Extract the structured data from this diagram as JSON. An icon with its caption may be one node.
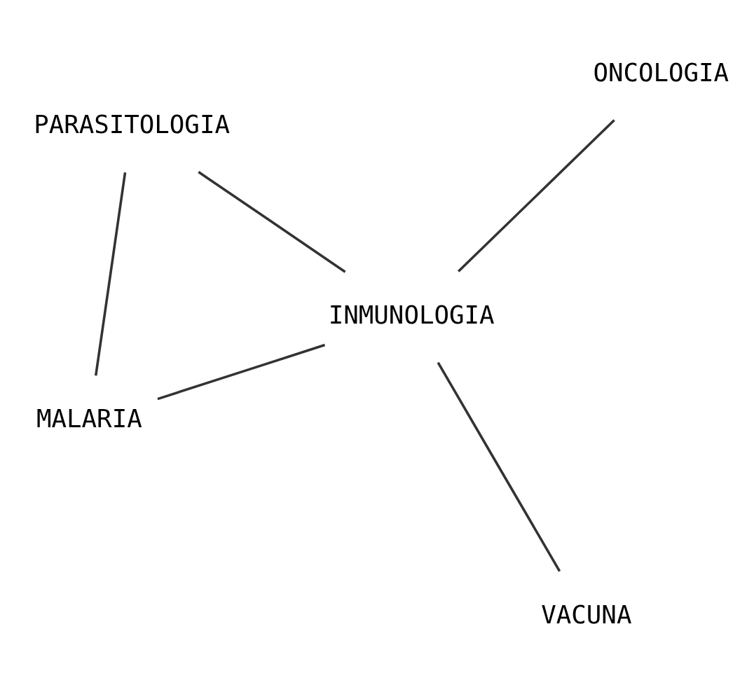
{
  "diagram": {
    "nodes": [
      {
        "text": [
          "MALARIA"
        ]
      },
      {
        "text": [
          "INMUNOLOGIA"
        ]
      },
      {
        "text": [
          "VACUNA"
        ]
      },
      {
        "text": [
          "ONCOLOGIA"
        ]
      },
      {
        "text": [
          "PARASITOLOGIA"
        ]
      }
    ],
    "edges": [
      {
        "from": 0,
        "to": 1,
        "arrow": "none"
      },
      {
        "from": 0,
        "to": 4,
        "arrow": "none"
      },
      {
        "from": 1,
        "to": 2,
        "arrow": "none"
      },
      {
        "from": 1,
        "to": 3,
        "arrow": "none"
      },
      {
        "from": 1,
        "to": 4,
        "arrow": "none"
      }
    ]
  }
}
